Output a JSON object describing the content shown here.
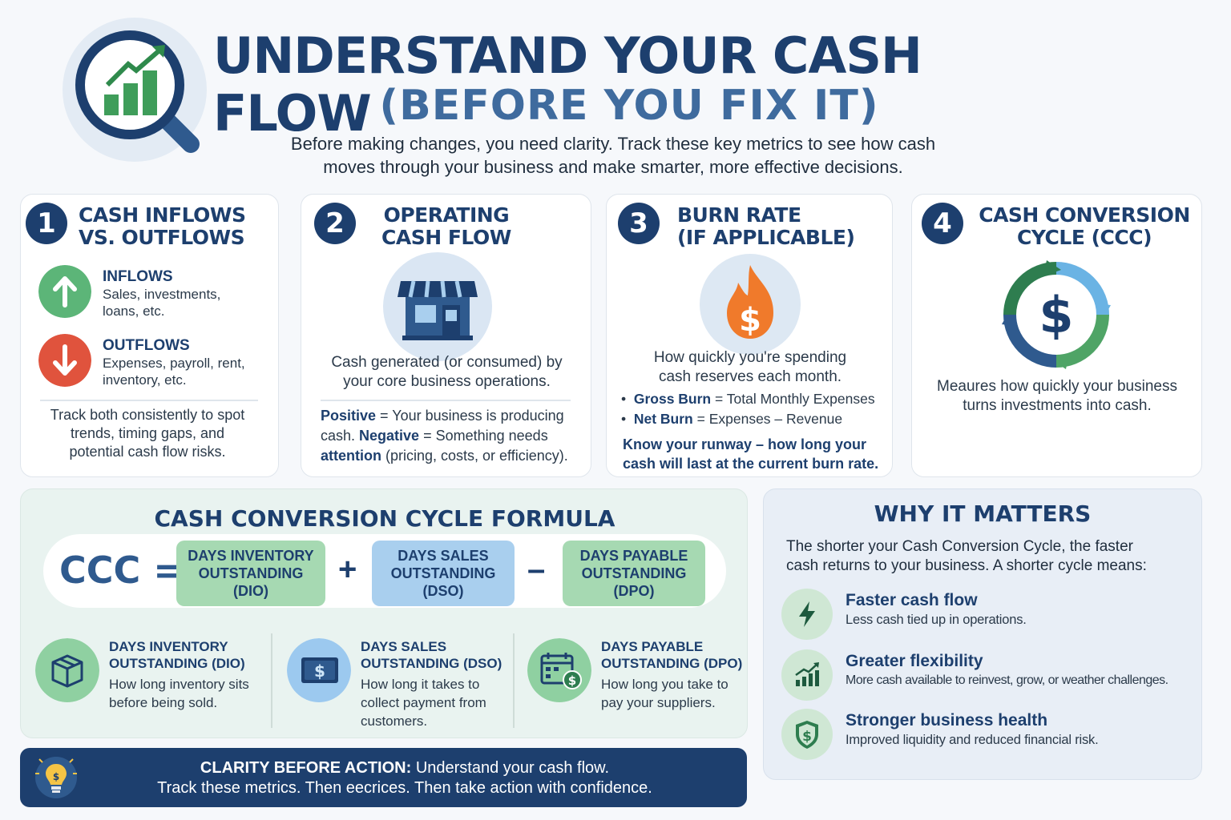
{
  "header": {
    "title": "UNDERSTAND YOUR CASH FLOW",
    "subtitle": "(BEFORE YOU FIX IT)",
    "intro_line1": "Before making changes, you need clarity. Track these key metrics to see how cash",
    "intro_line2": "moves through your business and make smarter, more effective decisions."
  },
  "cards": [
    {
      "number": "1",
      "title_line1": "CASH INFLOWS",
      "title_line2": "VS. OUTFLOWS",
      "inflows_label": "INFLOWS",
      "inflows_line1": "Sales, investments,",
      "inflows_line2": "loans, etc.",
      "outflows_label": "OUTFLOWS",
      "outflows_line1": "Expenses, payroll, rent,",
      "outflows_line2": "inventory, etc.",
      "note_line1": "Track both consistently to spot",
      "note_line2": "trends, timing gaps, and",
      "note_line3": "potential cash flow risks."
    },
    {
      "number": "2",
      "title_line1": "OPERATING",
      "title_line2": "CASH FLOW",
      "desc_line1": "Cash generated (or consumed) by",
      "desc_line2": "your core business operations.",
      "positive_label": "Positive",
      "positive_text": " = Your business is producing",
      "line2_a": "cash. ",
      "negative_label": "Negative",
      "negative_text": " = Something needs",
      "attention_label": "attention",
      "attention_text": " (pricing, costs, or efficiency)."
    },
    {
      "number": "3",
      "title_line1": "BURN RATE",
      "title_line2": "(IF APPLICABLE)",
      "desc_line1": "How quickly you're spending",
      "desc_line2": "cash reserves each month.",
      "gross_label": "Gross Burn",
      "gross_text": " = Total Monthly Expenses",
      "net_label": "Net Burn",
      "net_text": " = Expenses – Revenue",
      "runway_line1": "Know your runway – how long your",
      "runway_line2": "cash will last at the current burn rate."
    },
    {
      "number": "4",
      "title_line1": "CASH CONVERSION",
      "title_line2": "CYCLE (CCC)",
      "desc_line1": "Meaures how quickly your business",
      "desc_line2": "turns investments into cash."
    }
  ],
  "formula": {
    "title": "CASH CONVERSION CYCLE FORMULA",
    "lhs": "CCC =",
    "box1": [
      "DAYS INVENTORY",
      "OUTSTANDING",
      "(DIO)"
    ],
    "plus": "+",
    "box2": [
      "DAYS SALES",
      "OUTSTANDING",
      "(DSO)"
    ],
    "minus": "–",
    "box3": [
      "DAYS PAYABLE",
      "OUTSTANDING",
      "(DPO)"
    ],
    "defs": [
      {
        "head1": "DAYS INVENTORY",
        "head2": "OUTSTANDING (DIO)",
        "sub1": "How long inventory sits",
        "sub2": "before being sold.",
        "sub3": ""
      },
      {
        "head1": "DAYS SALES",
        "head2": "OUTSTANDING (DSO)",
        "sub1": "How long it takes to",
        "sub2": "collect payment from",
        "sub3": "customers."
      },
      {
        "head1": "DAYS PAYABLE",
        "head2": "OUTSTANDING (DPO)",
        "sub1": "How long you take to",
        "sub2": "pay your suppliers.",
        "sub3": ""
      }
    ]
  },
  "why": {
    "title": "WHY IT MATTERS",
    "intro_line1": "The shorter your Cash Conversion Cycle, the faster",
    "intro_line2": "cash returns to your business. A shorter cycle means:",
    "items": [
      {
        "head": "Faster cash flow",
        "sub": "Less cash tied up in operations."
      },
      {
        "head": "Greater flexibility",
        "sub": "More cash available to reinvest, grow, or weather challenges."
      },
      {
        "head": "Stronger business health",
        "sub": "Improved liquidity and reduced financial risk."
      }
    ]
  },
  "banner": {
    "bold": "CLARITY BEFORE ACTION:",
    "line1_rest": " Understand your cash flow.",
    "line2": "Track these metrics. Then eecrices. Then take action with confidence."
  },
  "colors": {
    "navy": "#1d3f6e",
    "green": "#5cb578",
    "red": "#e0533d",
    "orange": "#f07a2b",
    "light_blue": "#a9cfee",
    "light_green": "#a6d9b2"
  }
}
